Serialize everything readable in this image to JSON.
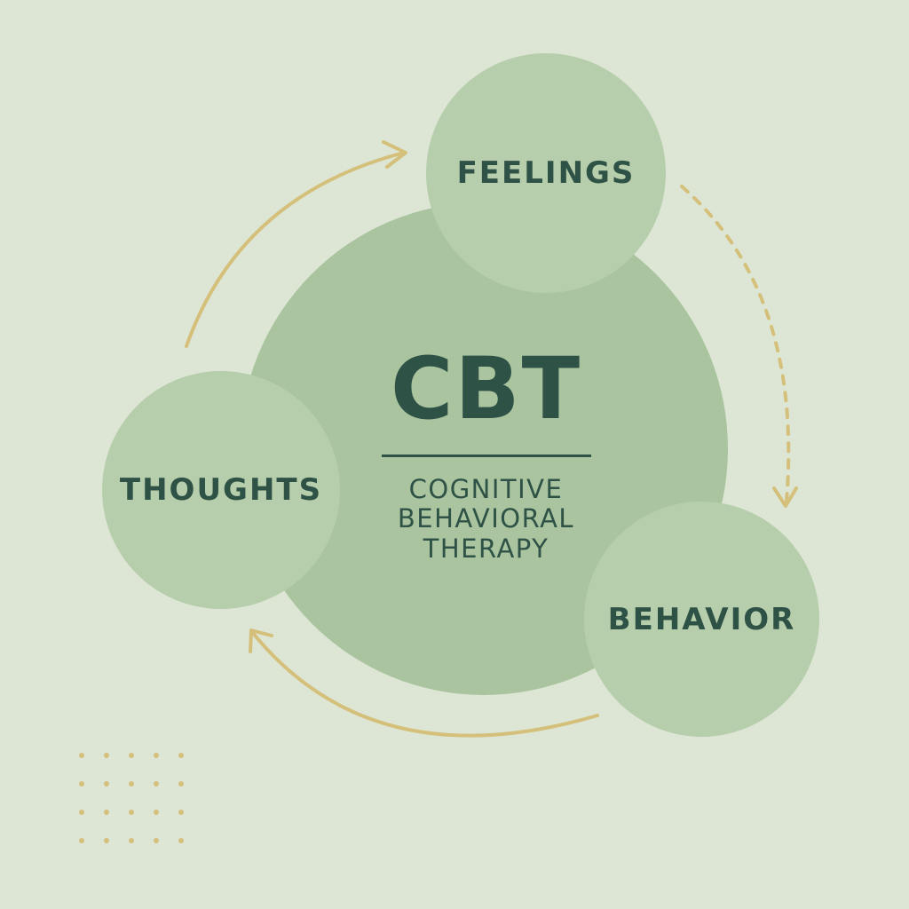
{
  "center": {
    "acronym": "CBT",
    "full_name": [
      "COGNITIVE",
      "BEHAVIORAL",
      "THERAPY"
    ]
  },
  "nodes": {
    "feelings": "FEELINGS",
    "thoughts": "THOUGHTS",
    "behavior": "BEHAVIOR"
  },
  "colors": {
    "background": "#dde6d5",
    "center_circle": "#a9c49f",
    "node_circle": "#b7ceac",
    "text": "#2f5246",
    "arrow": "#d4c07a"
  }
}
